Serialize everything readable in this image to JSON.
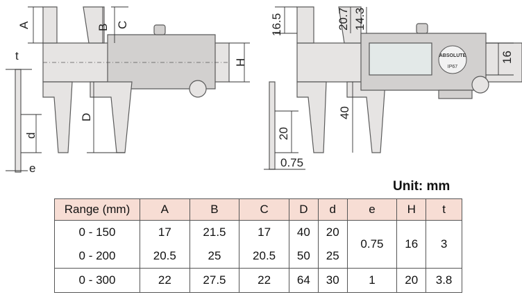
{
  "drawing": {
    "left": {
      "labels": {
        "A": "A",
        "B": "B",
        "C": "C",
        "D": "D",
        "H": "H",
        "t": "t",
        "d": "d",
        "e": "e"
      }
    },
    "right": {
      "labels": {
        "h16_5": "16.5",
        "h20_7": "20.7",
        "h14_3": "14.3",
        "h16": "16",
        "h40": "40",
        "h20": "20",
        "h0_75": "0.75"
      },
      "badge_top": "ABSOLUTE",
      "badge_bottom": "IP67"
    }
  },
  "unit": "Unit: mm",
  "table": {
    "headers": [
      "Range (mm)",
      "A",
      "B",
      "C",
      "D",
      "d",
      "e",
      "H",
      "t"
    ],
    "rows": [
      {
        "range": "0 - 150",
        "A": "17",
        "B": "21.5",
        "C": "17",
        "D": "40",
        "d": "20"
      },
      {
        "range": "0 - 200",
        "A": "20.5",
        "B": "25",
        "C": "20.5",
        "D": "50",
        "d": "25"
      },
      {
        "range": "0 - 300",
        "A": "22",
        "B": "27.5",
        "C": "22",
        "D": "64",
        "d": "30",
        "e": "1",
        "H": "20",
        "t": "3.8"
      }
    ],
    "merged": {
      "e": "0.75",
      "H": "16",
      "t": "3"
    }
  }
}
